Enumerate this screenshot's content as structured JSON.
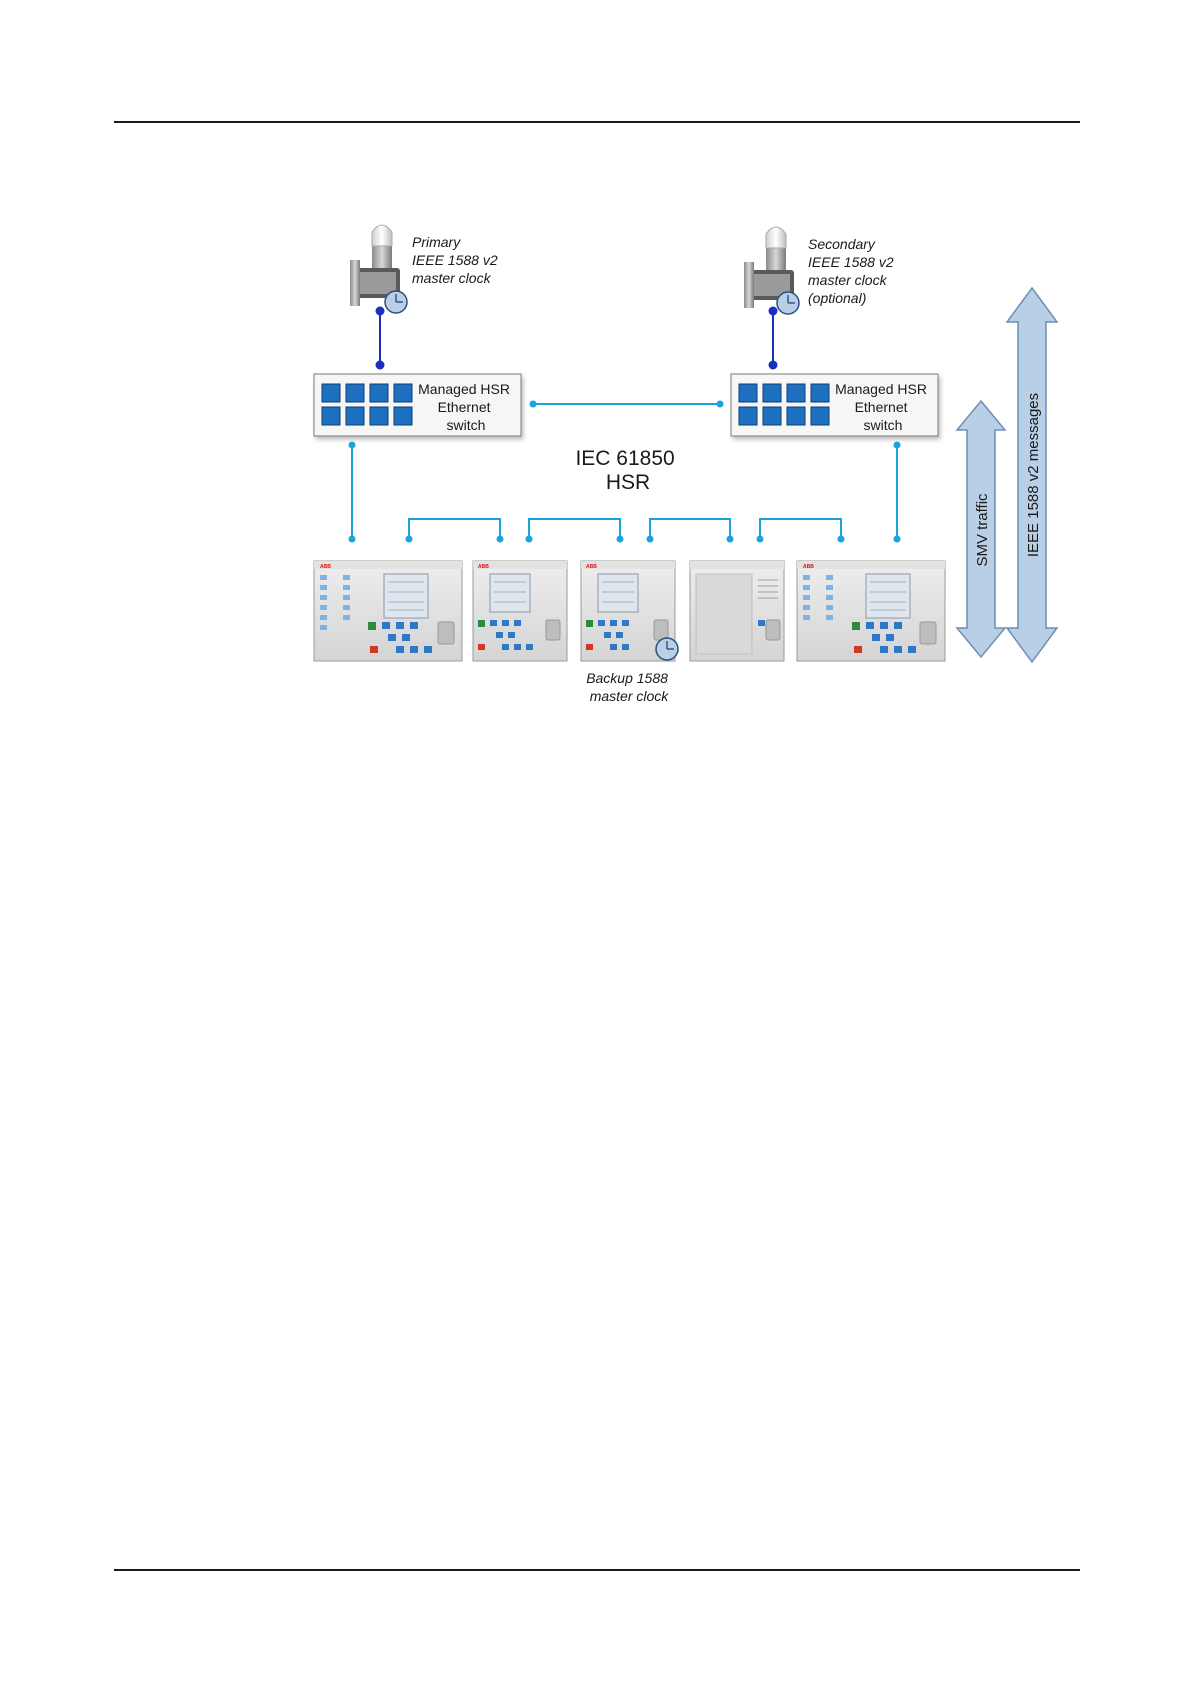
{
  "diagram": {
    "primary_clock": {
      "lines": [
        "Primary",
        "IEEE 1588 v2",
        "master clock"
      ]
    },
    "secondary_clock": {
      "lines": [
        "Secondary",
        "IEEE 1588 v2",
        "master clock",
        "(optional)"
      ]
    },
    "switch_left": {
      "lines": [
        "Managed HSR",
        "Ethernet",
        "switch"
      ]
    },
    "switch_right": {
      "lines": [
        "Managed HSR",
        "Ethernet",
        "switch"
      ]
    },
    "network": {
      "lines": [
        "IEC 61850",
        "HSR"
      ]
    },
    "backup_clock": {
      "lines": [
        "Backup 1588",
        "master clock"
      ]
    },
    "arrow_short": {
      "label": "SMV traffic"
    },
    "arrow_long": {
      "label": "IEEE 1588 v2 messages"
    },
    "device_brand": "ABB",
    "colors": {
      "clock_link": "#1a2fbf",
      "hsr_link": "#1aa3dc",
      "port": "#1d6fc0",
      "arrow_fill": "#b9cfe6",
      "arrow_stroke": "#6c8fb6"
    }
  }
}
